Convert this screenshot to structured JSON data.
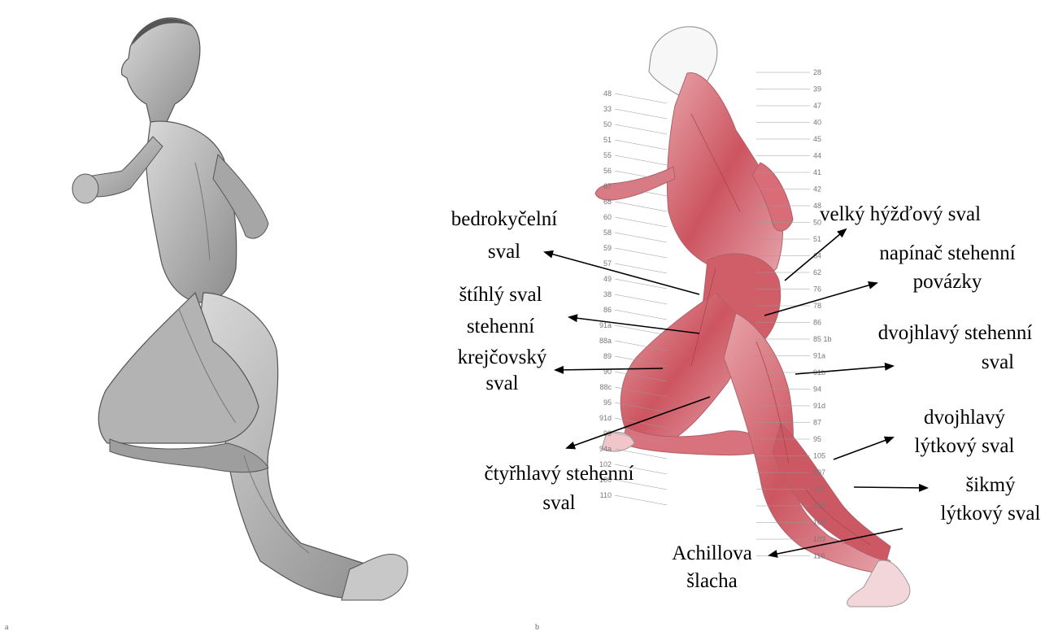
{
  "figure_letters": {
    "left": "a",
    "right": "b"
  },
  "labels": [
    {
      "id": "bedrokycelni",
      "lines": [
        "bedrokyčelní",
        "sval"
      ]
    },
    {
      "id": "stihly",
      "lines": [
        "štíhlý sval",
        "stehenní"
      ]
    },
    {
      "id": "krejcovsky",
      "lines": [
        "krejčovský",
        "sval"
      ]
    },
    {
      "id": "ctyrhlavy",
      "lines": [
        "čtyřhlavý stehenní",
        "sval"
      ]
    },
    {
      "id": "velky-hyzdovy",
      "lines": [
        "velký hýžďový sval"
      ]
    },
    {
      "id": "napinac",
      "lines": [
        "napínač stehenní",
        "povázky"
      ]
    },
    {
      "id": "dvojhlavy-stehenni",
      "lines": [
        "dvojhlavý stehenní",
        "sval"
      ]
    },
    {
      "id": "dvojhlavy-lytkovy",
      "lines": [
        "dvojhlavý",
        "lýtkový sval"
      ]
    },
    {
      "id": "sikmy-lytkovy",
      "lines": [
        "šikmý",
        "lýtkový sval"
      ]
    },
    {
      "id": "achillova",
      "lines": [
        "Achillova",
        "šlacha"
      ]
    }
  ],
  "plate_numbers": {
    "left_column": [
      "48",
      "33",
      "50",
      "51",
      "55",
      "56",
      "67",
      "68",
      "60",
      "58",
      "59",
      "57",
      "49",
      "38",
      "86",
      "91a",
      "88a",
      "89",
      "90",
      "88c",
      "95",
      "91d",
      "99",
      "94a",
      "102",
      "100",
      "110"
    ],
    "right_column": [
      "28",
      "39",
      "47",
      "40",
      "45",
      "44",
      "41",
      "42",
      "48",
      "50",
      "51",
      "64",
      "62",
      "76",
      "78",
      "86",
      "85 1b",
      "91a",
      "91b",
      "94",
      "91d",
      "87",
      "95",
      "105",
      "107",
      "101",
      "108",
      "102",
      "103",
      "116"
    ]
  }
}
